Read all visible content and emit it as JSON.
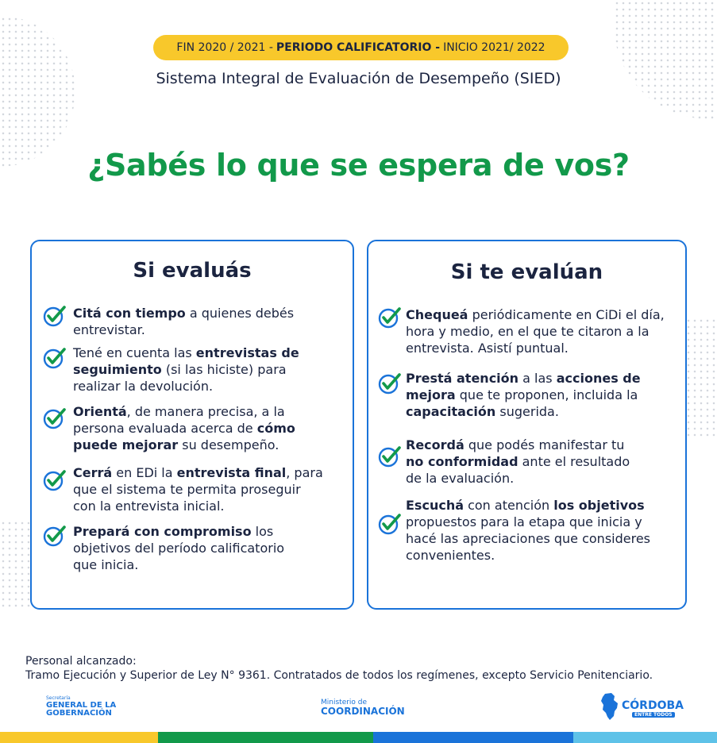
{
  "header": {
    "banner_pre": "FIN 2020 / 2021 -",
    "banner_bold": "PERIODO CALIFICATORIO -",
    "banner_post": "INICIO 2021/ 2022",
    "subtitle": "Sistema Integral de Evaluación de Desempeño (SIED)",
    "headline": "¿Sabés lo que se espera de vos?"
  },
  "left_card": {
    "title": "Si evaluás",
    "items": [
      {
        "lines": [
          [
            "Citá con tiempo",
            " a quienes debés"
          ],
          [
            "",
            "entrevistar."
          ]
        ]
      },
      {
        "lines": [
          [
            "",
            "Tené en cuenta las "
          ],
          [
            "entrevistas de",
            ""
          ],
          [
            "seguimiento",
            " (si las hiciste) para"
          ],
          [
            "",
            "realizar la devolución."
          ]
        ]
      },
      {
        "lines": [
          [
            "Orientá",
            ", de manera precisa, a la"
          ],
          [
            "",
            "persona evaluada acerca de "
          ],
          [
            "cómo",
            ""
          ],
          [
            "puede mejorar",
            " su desempeño."
          ]
        ]
      },
      {
        "lines": [
          [
            "Cerrá",
            " en EDi la "
          ],
          [
            "entrevista final",
            ", para"
          ],
          [
            "",
            "que el sistema te permita proseguir"
          ],
          [
            "",
            "con la entrevista inicial."
          ]
        ]
      },
      {
        "lines": [
          [
            "Prepará con compromiso",
            " los"
          ],
          [
            "",
            "objetivos del período calificatorio"
          ],
          [
            "",
            "que inicia."
          ]
        ]
      }
    ]
  },
  "right_card": {
    "title": "Si te evalúan",
    "items": [
      {
        "lines": [
          [
            "Chequeá",
            " periódicamente en CiDi el día,"
          ],
          [
            "",
            "hora y medio, en el que te citaron a la"
          ],
          [
            "",
            "entrevista. Asistí puntual."
          ]
        ]
      },
      {
        "lines": [
          [
            "Prestá atención",
            " a las "
          ],
          [
            "acciones de",
            ""
          ],
          [
            "mejora",
            " que te proponen, incluida la"
          ],
          [
            "capacitación",
            " sugerida."
          ]
        ]
      },
      {
        "lines": [
          [
            "Recordá",
            " que podés manifestar tu"
          ],
          [
            "no conformidad",
            " ante el resultado"
          ],
          [
            "",
            "de la evaluación."
          ]
        ]
      },
      {
        "lines": [
          [
            "Escuchá",
            " con atención "
          ],
          [
            "los objetivos",
            ""
          ],
          [
            "",
            "propuestos para la etapa que inicia y"
          ],
          [
            "",
            "hacé las apreciaciones que consideres"
          ],
          [
            "",
            "convenientes."
          ]
        ]
      }
    ]
  },
  "footer": {
    "line1": "Personal alcanzado:",
    "line2": "Tramo Ejecución y Superior de Ley N° 9361. Contratados de todos los regímenes, excepto Servicio Penitenciario."
  },
  "logos": {
    "sgg_tiny": "Secretaría",
    "sgg_line1": "GENERAL DE LA",
    "sgg_line2": "GOBERNACIÓN",
    "coord_tiny": "Ministerio de",
    "coord_big": "COORDINACIÓN",
    "cba_word": "CÓRDOBA",
    "cba_tag": "ENTRE TODOS"
  },
  "colors": {
    "accent_green": "#12994a",
    "accent_blue": "#1a73d9",
    "banner_yellow": "#f8c82b",
    "text_navy": "#1b2440",
    "stripe": [
      "#f8c82b",
      "#12994a",
      "#1a73d9",
      "#5ec2e8"
    ]
  }
}
